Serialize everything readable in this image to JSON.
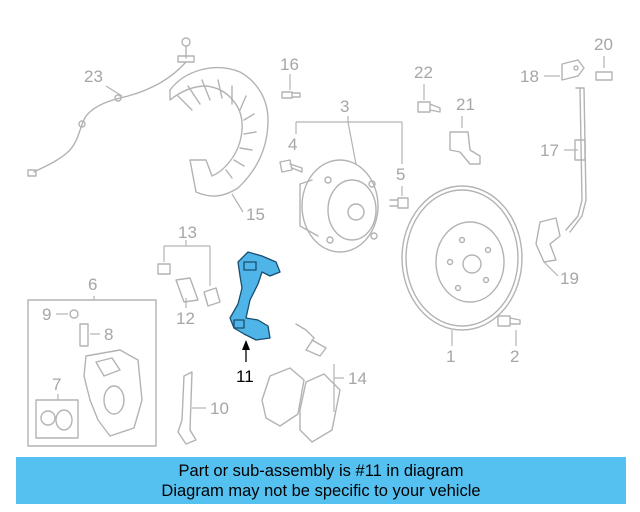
{
  "diagram": {
    "highlighted_part": "11",
    "colors": {
      "highlight": "#4fb4e8",
      "banner": "#55c1f0",
      "line_art": "#b3b3b3"
    },
    "labels": {
      "p1": "1",
      "p2": "2",
      "p3": "3",
      "p4": "4",
      "p5": "5",
      "p6": "6",
      "p7": "7",
      "p8": "8",
      "p9": "9",
      "p10": "10",
      "p11": "11",
      "p12": "12",
      "p13": "13",
      "p14": "14",
      "p15": "15",
      "p16": "16",
      "p17": "17",
      "p18": "18",
      "p19": "19",
      "p20": "20",
      "p21": "21",
      "p22": "22",
      "p23": "23"
    }
  },
  "banner": {
    "line1": "Part or sub-assembly is #11 in diagram",
    "line2": "Diagram may not be specific to your vehicle"
  }
}
